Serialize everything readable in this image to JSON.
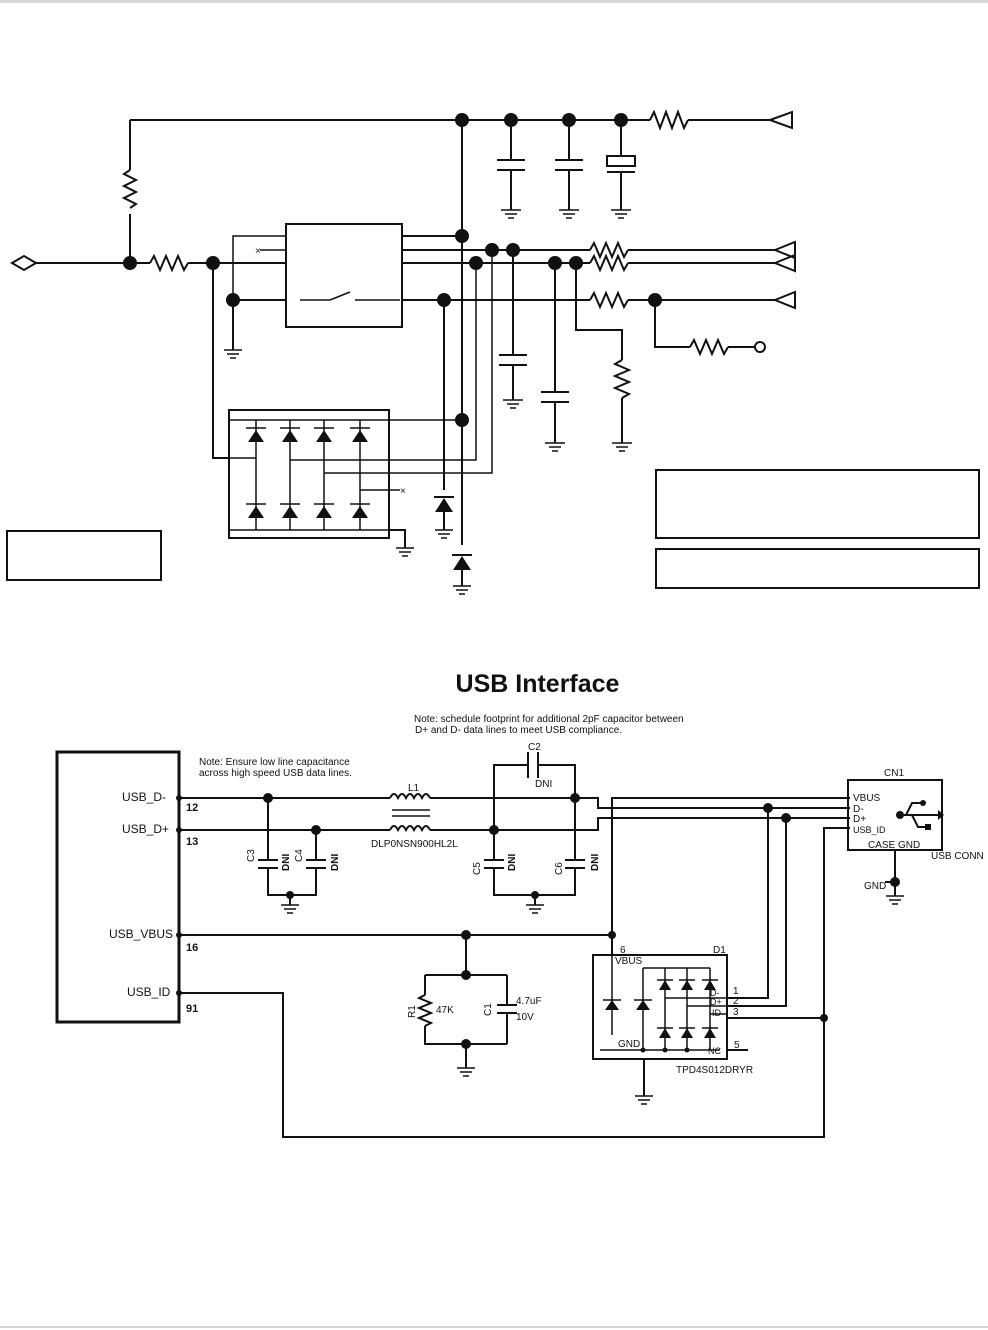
{
  "title": "USB Interface",
  "notes": {
    "capacitor_note_line1": "Note: schedule footprint for additional 2pF capacitor between",
    "capacitor_note_line2": "D+ and D- data lines to meet USB compliance.",
    "capacitance_note_line1": "Note: Ensure low line capacitance",
    "capacitance_note_line2": "across high speed USB data lines."
  },
  "mcu_pins": [
    {
      "name": "USB_D-",
      "number": "12"
    },
    {
      "name": "USB_D+",
      "number": "13"
    },
    {
      "name": "USB_VBUS",
      "number": "16"
    },
    {
      "name": "USB_ID",
      "number": "91"
    }
  ],
  "components": {
    "l1_ref": "L1",
    "l1_part": "DLP0NSN900HL2L",
    "c2_ref": "C2",
    "c2_val": "DNI",
    "c3_ref": "C3",
    "c3_val": "DNI",
    "c4_ref": "C4",
    "c4_val": "DNI",
    "c5_ref": "C5",
    "c5_val": "DNI",
    "c6_ref": "C6",
    "c6_val": "DNI",
    "r1_ref": "R1",
    "r1_val": "47K",
    "c1_ref": "C1",
    "c1_val1": "4.7uF",
    "c1_val2": "10V"
  },
  "cn1": {
    "ref": "CN1",
    "pins": [
      "VBUS",
      "D-",
      "D+",
      "USB_ID"
    ],
    "bottom_label": "CASE GND",
    "name": "USB CONN",
    "gnd_label": "GND"
  },
  "d1": {
    "ref": "D1",
    "part": "TPD4S012DRYR",
    "vbus_label": "VBUS",
    "vbus_pin": "6",
    "gnd_label": "GND",
    "nc_label": "NC",
    "nc_pin": "5",
    "pins": [
      {
        "name": "D-",
        "number": "1"
      },
      {
        "name": "D+",
        "number": "2"
      },
      {
        "name": "ID",
        "number": "3"
      }
    ]
  }
}
